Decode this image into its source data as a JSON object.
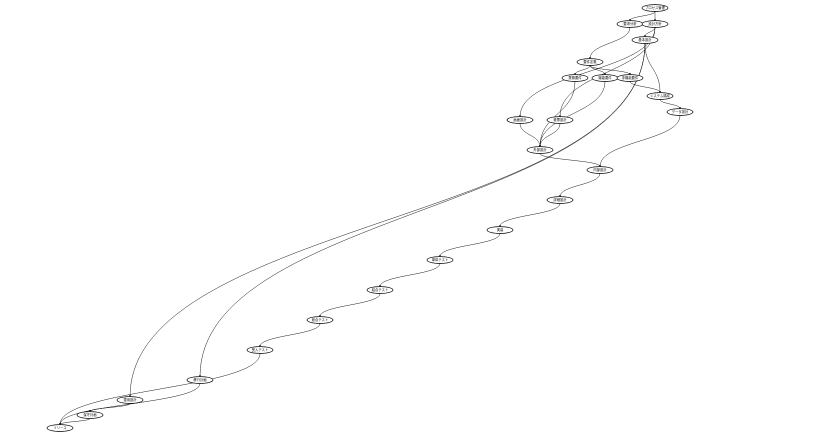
{
  "graph": {
    "nodes": [
      {
        "id": "n1",
        "label": "プロセス管理"
      },
      {
        "id": "n2",
        "label": "要求分析"
      },
      {
        "id": "n3",
        "label": "設計方針"
      },
      {
        "id": "n4",
        "label": "基本設計"
      },
      {
        "id": "n5",
        "label": "要件定義"
      },
      {
        "id": "n6",
        "label": "業務要件"
      },
      {
        "id": "n7",
        "label": "機能要件"
      },
      {
        "id": "n8",
        "label": "非機能要件"
      },
      {
        "id": "n9",
        "label": "システム構成"
      },
      {
        "id": "n10",
        "label": "データ設計"
      },
      {
        "id": "n11",
        "label": "画面設計"
      },
      {
        "id": "n12",
        "label": "帳票設計"
      },
      {
        "id": "n13",
        "label": "外部設計"
      },
      {
        "id": "n14",
        "label": "内部設計"
      },
      {
        "id": "n15",
        "label": "詳細設計"
      },
      {
        "id": "n16",
        "label": "実装"
      },
      {
        "id": "n17",
        "label": "単体テスト"
      },
      {
        "id": "n18",
        "label": "結合テスト"
      },
      {
        "id": "n19",
        "label": "総合テスト"
      },
      {
        "id": "n20",
        "label": "受入テスト"
      },
      {
        "id": "n21",
        "label": "移行計画"
      },
      {
        "id": "n22",
        "label": "運用設計"
      },
      {
        "id": "n23",
        "label": "保守計画"
      },
      {
        "id": "n24",
        "label": "リリース"
      }
    ],
    "edges": [
      [
        "n1",
        "n2"
      ],
      [
        "n1",
        "n3"
      ],
      [
        "n2",
        "n5"
      ],
      [
        "n3",
        "n4"
      ],
      [
        "n4",
        "n9"
      ],
      [
        "n5",
        "n6"
      ],
      [
        "n5",
        "n7"
      ],
      [
        "n5",
        "n8"
      ],
      [
        "n6",
        "n13"
      ],
      [
        "n7",
        "n13"
      ],
      [
        "n8",
        "n9"
      ],
      [
        "n9",
        "n10"
      ],
      [
        "n10",
        "n14"
      ],
      [
        "n11",
        "n13"
      ],
      [
        "n12",
        "n13"
      ],
      [
        "n13",
        "n14"
      ],
      [
        "n14",
        "n15"
      ],
      [
        "n15",
        "n16"
      ],
      [
        "n16",
        "n17"
      ],
      [
        "n17",
        "n18"
      ],
      [
        "n18",
        "n19"
      ],
      [
        "n19",
        "n20"
      ],
      [
        "n20",
        "n24"
      ],
      [
        "n21",
        "n24"
      ],
      [
        "n22",
        "n23"
      ],
      [
        "n23",
        "n24"
      ],
      [
        "n3",
        "n11"
      ],
      [
        "n3",
        "n12"
      ],
      [
        "n4",
        "n21"
      ],
      [
        "n4",
        "n22"
      ]
    ]
  }
}
